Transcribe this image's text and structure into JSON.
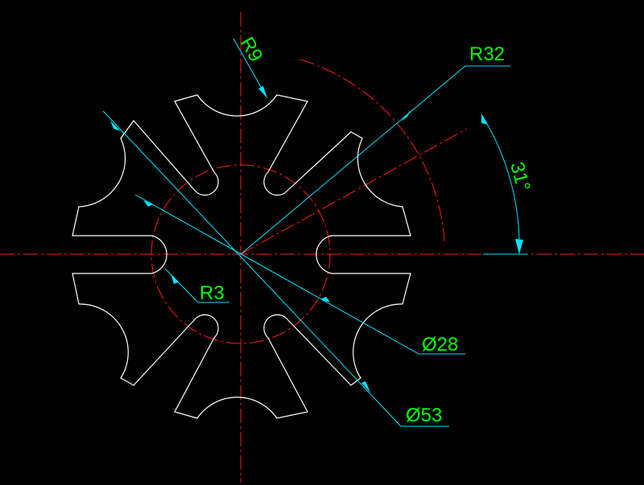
{
  "colors": {
    "background": "#000000",
    "outline": "#ffffff",
    "centerline": "#ff1a1a",
    "dimension_line": "#00e5ff",
    "dimension_text": "#00ff00"
  },
  "dimensions": {
    "r9": "R9",
    "r32": "R32",
    "angle": "31°",
    "r3": "R3",
    "d28": "Ø28",
    "d53": "Ø53"
  }
}
